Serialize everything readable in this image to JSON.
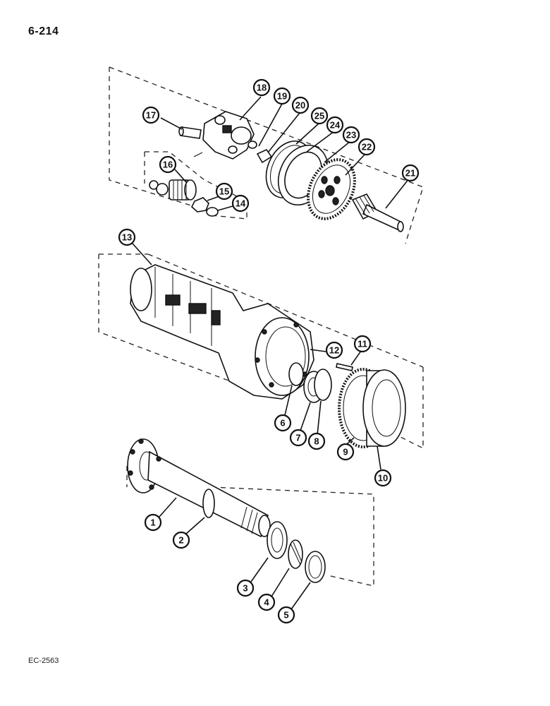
{
  "page": {
    "title": "6-214",
    "figure_code": "EC-2563"
  },
  "callouts": [
    "1",
    "2",
    "3",
    "4",
    "5",
    "6",
    "7",
    "8",
    "9",
    "10",
    "11",
    "12",
    "13",
    "14",
    "15",
    "16",
    "17",
    "18",
    "19",
    "20",
    "21",
    "22",
    "23",
    "24",
    "25"
  ]
}
